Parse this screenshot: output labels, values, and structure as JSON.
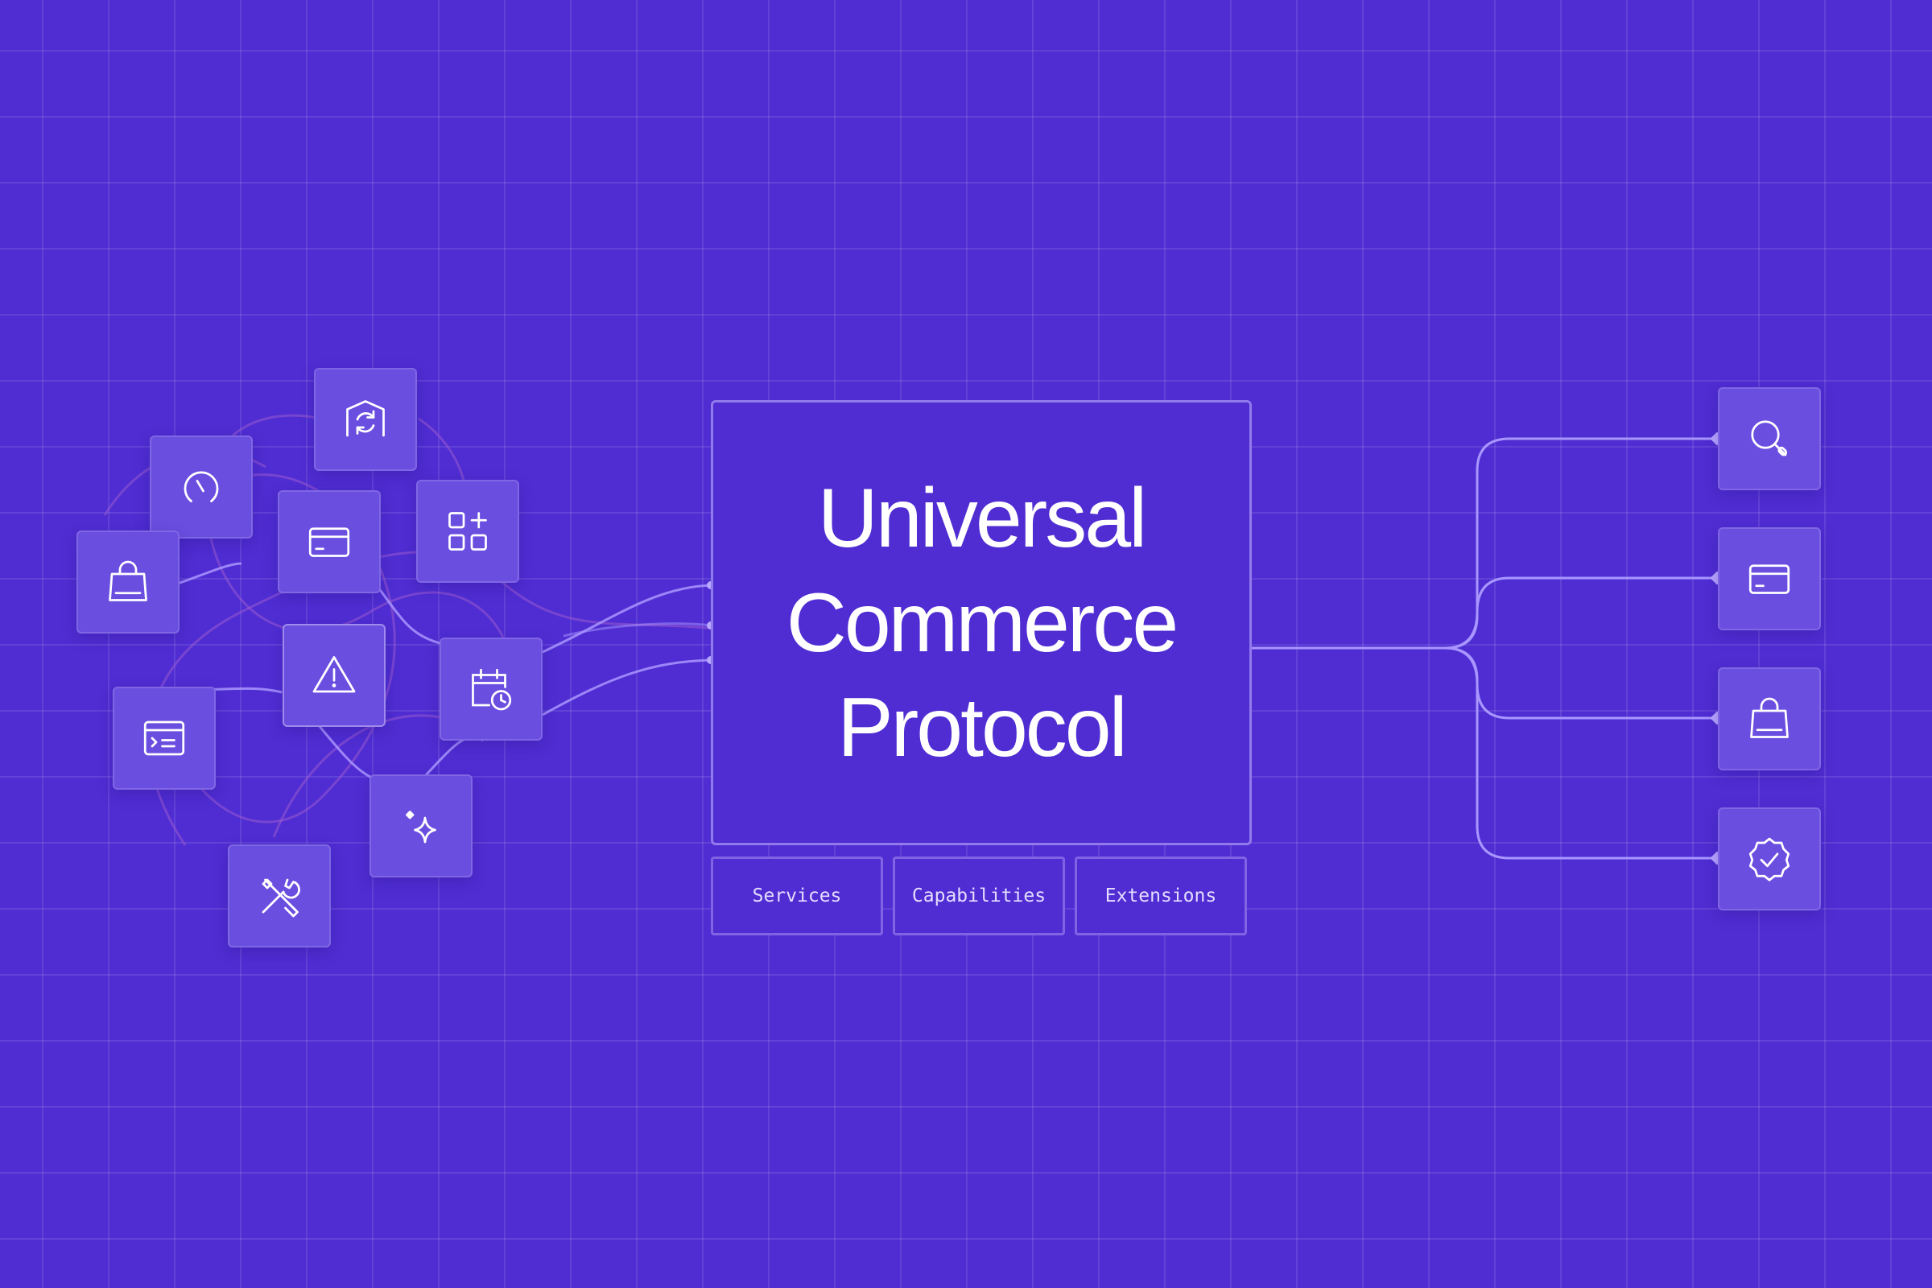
{
  "title_lines": [
    "Universal",
    "Commerce",
    "Protocol"
  ],
  "tabs": [
    "Services",
    "Capabilities",
    "Extensions"
  ],
  "left_icons": [
    "shop-sync-icon",
    "speedometer-icon",
    "credit-card-icon",
    "apps-add-icon",
    "shopping-bag-icon",
    "alert-triangle-icon",
    "calendar-clock-icon",
    "terminal-window-icon",
    "sparkles-icon",
    "tools-icon"
  ],
  "right_icons": [
    "search-icon",
    "credit-card-icon",
    "shopping-bag-icon",
    "verified-badge-icon"
  ],
  "colors": {
    "background": "#4f2dd2",
    "tile": "#6a4ee0",
    "connector": "#a996ff",
    "loop": "#9b5ad0",
    "text": "#ffffff"
  }
}
